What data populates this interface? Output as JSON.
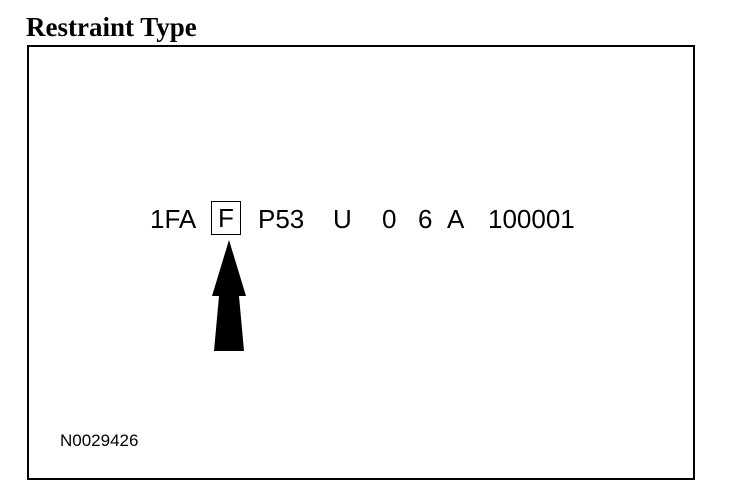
{
  "title": "Restraint Type",
  "vin": {
    "prefix": "1FA",
    "highlighted": "F",
    "line": "P53",
    "body": "U",
    "engine": "0",
    "check": "6",
    "year": "A",
    "serial": "100001"
  },
  "reference_code": "N0029426",
  "colors": {
    "ink": "#000000",
    "background": "#ffffff"
  },
  "icons": {
    "pointer": "up-arrow-icon"
  }
}
